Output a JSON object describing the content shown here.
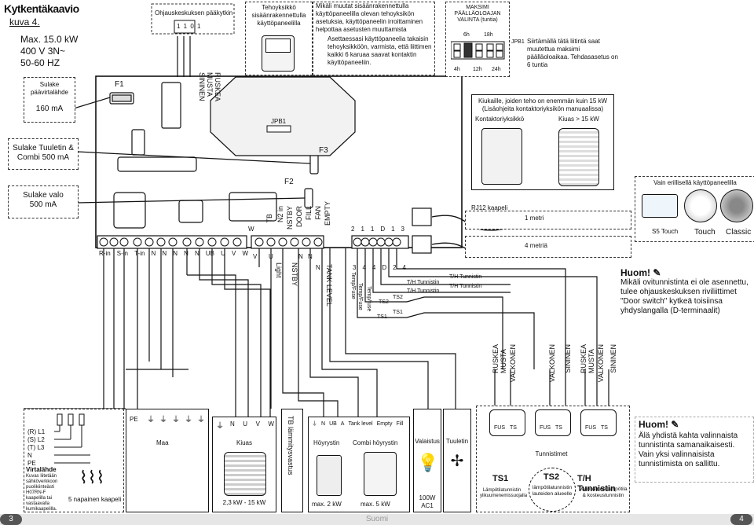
{
  "title": "Kytkentäkaavio",
  "figure_ref": "kuva 4.",
  "specs": [
    "Max. 15.0 kW",
    "400 V 3N~",
    "50-60 HZ"
  ],
  "main_switch": {
    "label": "Ohjauskeskuksen pääkytkin",
    "digits": "1 1 0 1"
  },
  "fuse_main": {
    "label": "Sulake päävirtalähde",
    "value": "160 mA"
  },
  "fuse_tuuletin": {
    "label": "Sulake Tuuletin & Combi 500 mA"
  },
  "fuse_valo": {
    "label": "Sulake valo 500 mA"
  },
  "fuse_names": {
    "f1": "F1",
    "f2": "F2",
    "f3": "F3",
    "jpb1": "JPB1"
  },
  "color_wires_top": "RUSKEA\nMUSTA\nSININEN",
  "power_unit": {
    "label": "Tehoyksikkö sisäänrakennettulla käyttöpaneelilla"
  },
  "power_unit_note": "Mikäli muutat sisäänrakennettulla käyttöpaneelilla olevan tehoyksikön asetuksia, käyttöpaneelin irroittaminen helpottaa asetusten muuttamista",
  "power_unit_note2": "Asettaessasi käyttöpaneelia takaisin tehoyksikköön, varmista, että liittimen kaikki 6 karuaa saavat kontaktin käyttöpaneeliin.",
  "max_time": {
    "title": "MAKSIMI PÄÄLLÄOLOAJAN VALINTA (tuntia)",
    "top": [
      "6h",
      "18h"
    ],
    "bottom": [
      "4h",
      "12h",
      "24h"
    ],
    "jp": "JPB1"
  },
  "max_time_note": "Siirtämällä tätä liitintä saat muutettua maksimi päälläoloaikaa. Tehdasasetus on 6 tuntia",
  "contactor_note": "Kiukaille, joiden teho on enemmän kuin 15 kW (Lisäohjeita kontaktoriyksikön manuaalissa)",
  "contactor_label": "Kontaktoriyksikkö",
  "heater_label": "Kiuas > 15 kW",
  "panels": {
    "title": "Vain erillisellä käyttöpaneelilla",
    "items": [
      "S5 Touch",
      "Touch",
      "Classic"
    ]
  },
  "rj12": {
    "label": "RJ12 kaapeli",
    "len1": "1 metri",
    "len2": "4 metriä"
  },
  "terminal_top_labels": [
    "W",
    "TB",
    "N2 in",
    "NSTBY",
    "DOOR",
    "FILL",
    "FAN",
    "EMPTY"
  ],
  "terminal_bottom_labels": [
    "R-in",
    "S-in",
    "T-in",
    "N",
    "N",
    "N",
    "N",
    "N",
    "UB",
    "U",
    "V",
    "W"
  ],
  "terminal_lower_labels": [
    "V",
    "U",
    "N",
    "N"
  ],
  "light_label": "Light",
  "nstby_label": "NSTBY",
  "n_label": "N",
  "tank_label": "TANK LEVEL",
  "ts_top_nums": [
    "2",
    "1",
    "1",
    "D",
    "1",
    "3"
  ],
  "ts_bottom_nums": [
    "3",
    "4",
    "4",
    "D",
    "2",
    "4"
  ],
  "temp_labels": [
    "Temp/Fuse",
    "Temp/Fuse",
    "Temp/fuse"
  ],
  "th_tunnistin": "T/H Tunnistin",
  "ts_labels": [
    "TS2",
    "TS2",
    "TS1",
    "TS1"
  ],
  "huom1": {
    "title": "Huom!",
    "text": "Mikäli ovitunnistinta ei ole asennettu, tulee ohjauskeskuksen riviliittimet \"Door switch\" kytkeä toisiinsa yhdyslangalla (D-terminaalit)"
  },
  "wire_groups": [
    "RUSKEA\nMUSTA",
    "VALKONEN",
    "VALKONEN",
    "SININEN",
    "RUSKEA\nMUSTA",
    "VALKONEN",
    "SININEN"
  ],
  "bottom": {
    "supply": {
      "lines": [
        "(R) L1",
        "(S) L2",
        "(T) L3",
        "N",
        "PE"
      ],
      "title": "Virtalähde",
      "note": "Kuvas liitetään sähköverkkoon puolikiinteästi H07RN-F kaapelilla tai vastaavalla kumikaapelilla.",
      "cable": "5 napainen kaapeli"
    },
    "maa": {
      "pe": "PE",
      "label": "Maa"
    },
    "kiuas": {
      "cols": [
        "N",
        "U",
        "V",
        "W"
      ],
      "label": "Kiuas",
      "power": "2,3 kW - 15 kW"
    },
    "tb": "TB lämmitysvastus",
    "steam": {
      "cols": [
        "N",
        "UB",
        "A",
        "Tank level",
        "Empty",
        "Fill"
      ],
      "label1": "Höyrystin",
      "label2": "Combi höyrystin",
      "max1": "max. 2 kW",
      "max2": "max. 5 kW"
    },
    "light": {
      "label": "Valaistus",
      "power": "100W",
      "type": "AC1"
    },
    "fan": {
      "label": "Tuuletin"
    },
    "sensors": {
      "fus": [
        "FUS",
        "TS",
        "FUS",
        "TS",
        "FUS",
        "TS"
      ],
      "label": "Tunnistimet",
      "ts1": "TS1",
      "ts1_desc": "Lämpötilatunnistin ylikuumenemissuojalla",
      "ts2": "TS2",
      "ts2_desc": "lämpötilatunnistin lauteiden alueelle",
      "th": "T/H Tunnistin",
      "th_desc": "Valinnainen lämpötila & kosteustunnistin"
    },
    "huom2": {
      "title": "Huom!",
      "text": "Älä yhdistä kahta valinnaista tunnistinta samanaikaisesti. Vain yksi valinnaisista tunnistimista on sallittu."
    }
  },
  "footer": {
    "left": "3",
    "center": "Suomi",
    "right": "4"
  }
}
